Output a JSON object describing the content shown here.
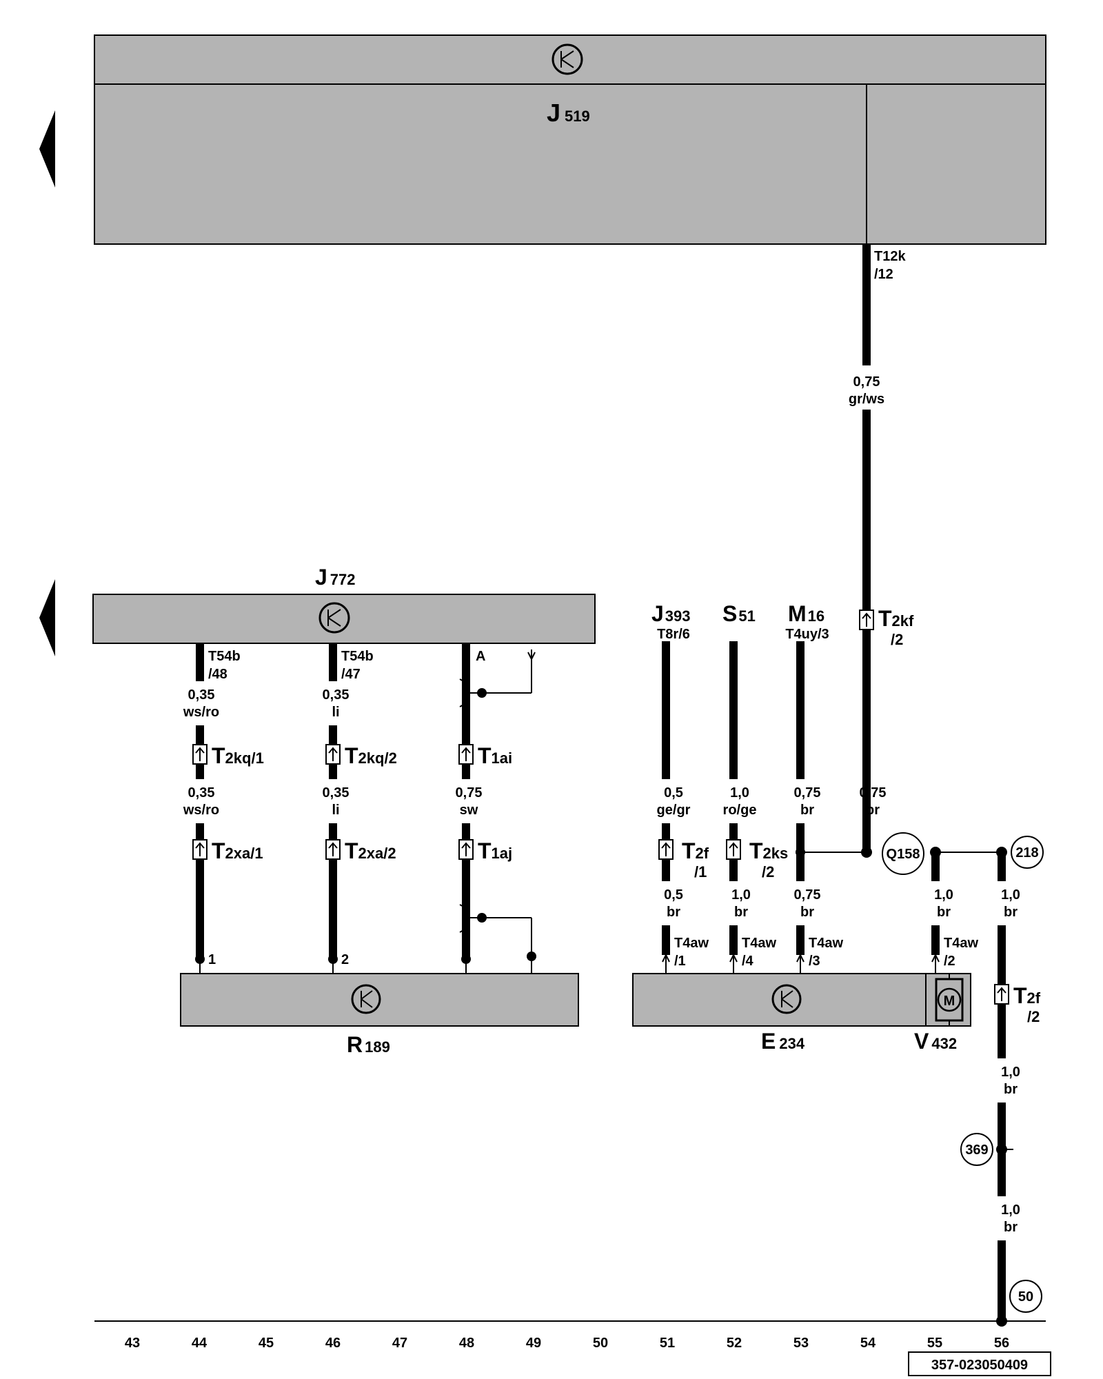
{
  "components": {
    "j519": {
      "letter": "J",
      "sub": "519"
    },
    "j772": {
      "letter": "J",
      "sub": "772"
    },
    "r189": {
      "letter": "R",
      "sub": "189"
    },
    "e234": {
      "letter": "E",
      "sub": "234"
    },
    "v432": {
      "letter": "V",
      "sub": "432"
    },
    "j393": {
      "letter": "J",
      "sub": "393",
      "pin": "T8r/6"
    },
    "s51": {
      "letter": "S",
      "sub": "51"
    },
    "m16": {
      "letter": "M",
      "sub": "16",
      "pin": "T4uy/3"
    },
    "motor_symbol": "M"
  },
  "connectors": {
    "t12k": {
      "name": "T12k",
      "pin": "/12"
    },
    "t54b48": {
      "name": "T54b",
      "pin": "/48"
    },
    "t54b47": {
      "name": "T54b",
      "pin": "/47"
    },
    "pin_a": "A",
    "t2kf": {
      "name": "T",
      "sub": "2kf",
      "pin": "/2"
    },
    "t2kq1": {
      "name": "T",
      "sub": "2kq/1"
    },
    "t2kq2": {
      "name": "T",
      "sub": "2kq/2"
    },
    "t1ai": {
      "name": "T",
      "sub": "1ai"
    },
    "t2xa1": {
      "name": "T",
      "sub": "2xa/1"
    },
    "t2xa2": {
      "name": "T",
      "sub": "2xa/2"
    },
    "t1aj": {
      "name": "T",
      "sub": "1aj"
    },
    "t2f1": {
      "name": "T",
      "sub": "2f",
      "pin": "/1"
    },
    "t2ks": {
      "name": "T",
      "sub": "2ks",
      "pin": "/2"
    },
    "t2f2": {
      "name": "T",
      "sub": "2f",
      "pin": "/2"
    },
    "t4aw1": {
      "name": "T4aw",
      "pin": "/1"
    },
    "t4aw4": {
      "name": "T4aw",
      "pin": "/4"
    },
    "t4aw3": {
      "name": "T4aw",
      "pin": "/3"
    },
    "t4aw2": {
      "name": "T4aw",
      "pin": "/2"
    },
    "r189_pin1": "1",
    "r189_pin2": "2"
  },
  "wires": [
    {
      "id": "w54a",
      "size": "0,75",
      "color": "gr/ws"
    },
    {
      "id": "w44a",
      "size": "0,35",
      "color": "ws/ro"
    },
    {
      "id": "w46a",
      "size": "0,35",
      "color": "li"
    },
    {
      "id": "w44b",
      "size": "0,35",
      "color": "ws/ro"
    },
    {
      "id": "w46b",
      "size": "0,35",
      "color": "li"
    },
    {
      "id": "w48",
      "size": "0,75",
      "color": "sw"
    },
    {
      "id": "w51a",
      "size": "0,5",
      "color": "ge/gr"
    },
    {
      "id": "w52a",
      "size": "1,0",
      "color": "ro/ge"
    },
    {
      "id": "w53a",
      "size": "0,75",
      "color": "br"
    },
    {
      "id": "w54b",
      "size": "0,75",
      "color": "br"
    },
    {
      "id": "w51b",
      "size": "0,5",
      "color": "br"
    },
    {
      "id": "w52b",
      "size": "1,0",
      "color": "br"
    },
    {
      "id": "w53b",
      "size": "0,75",
      "color": "br"
    },
    {
      "id": "w55",
      "size": "1,0",
      "color": "br"
    },
    {
      "id": "w56a",
      "size": "1,0",
      "color": "br"
    },
    {
      "id": "w56b",
      "size": "1,0",
      "color": "br"
    },
    {
      "id": "w56c",
      "size": "1,0",
      "color": "br"
    }
  ],
  "references": {
    "q158": "Q158",
    "r218": "218",
    "r369": "369",
    "r50": "50"
  },
  "ruler": [
    "43",
    "44",
    "45",
    "46",
    "47",
    "48",
    "49",
    "50",
    "51",
    "52",
    "53",
    "54",
    "55",
    "56"
  ],
  "doc_code": "357-023050409"
}
